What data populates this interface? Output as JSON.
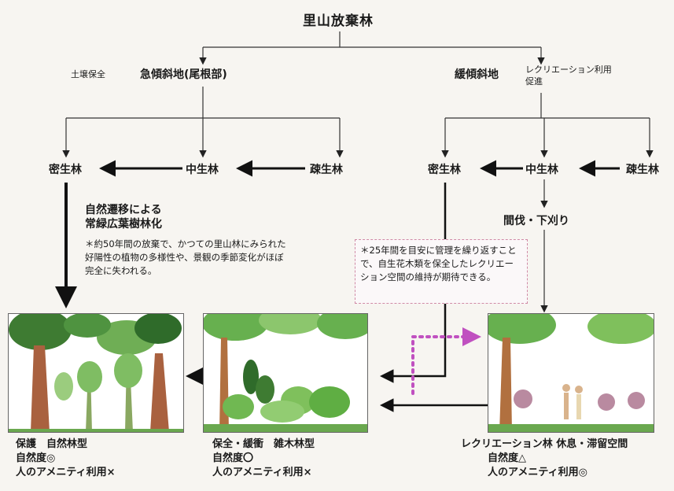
{
  "root": "里山放棄林",
  "left_branch": {
    "side_note": "土壌保全",
    "label": "急傾斜地(尾根部)"
  },
  "right_branch": {
    "label": "緩傾斜地",
    "side_note_line1": "レクリエーション利用",
    "side_note_line2": "促進"
  },
  "left_nodes": {
    "dense": "密生林",
    "medium": "中生林",
    "sparse": "疎生林"
  },
  "right_nodes": {
    "dense": "密生林",
    "medium": "中生林",
    "sparse": "疎生林"
  },
  "succession": {
    "line1": "自然遷移による",
    "line2": "常緑広葉樹林化"
  },
  "left_note": "＊約50年間の放棄で、かつての里山林にみられた好陽性の植物の多様性や、景観の季節変化がほぼ完全に失われる。",
  "thinning": "間伐・下刈り",
  "right_note": "＊25年間を目安に管理を繰り返すことで、自生花木類を保全したレクリエーション空間の維持が期待できる。",
  "captions": {
    "left": {
      "line1": "保護　自然林型",
      "line2": "自然度◎",
      "line3": "人のアメニティ利用×"
    },
    "middle": {
      "line1": "保全・緩衝　雑木林型",
      "line2": "自然度〇",
      "line3": "人のアメニティ利用×"
    },
    "right": {
      "line1": "レクリエーション林 休息・滞留空間",
      "line2": "自然度△",
      "line3": "人のアメニティ利用◎"
    }
  },
  "colors": {
    "dotted_arrow": "#c050c0",
    "trunk": "#9b5a3c",
    "foliage": "#58a844",
    "ground": "#6aa84f"
  }
}
